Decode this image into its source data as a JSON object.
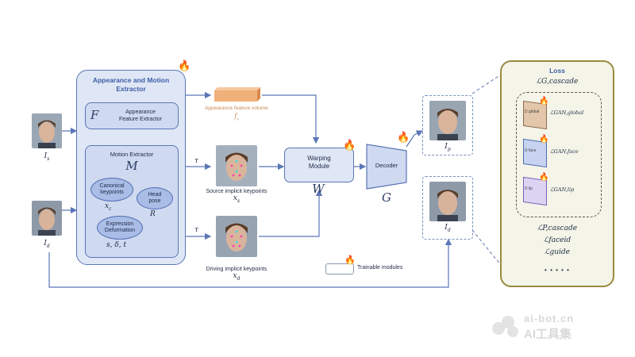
{
  "inputs": {
    "source_label": "I",
    "source_sub": "s",
    "driving_label": "I",
    "driving_sub": "d"
  },
  "extractor": {
    "title_line1": "Appearance and Motion",
    "title_line2": "Extractor",
    "appearance": {
      "symbol": "F",
      "line1": "Appearance",
      "line2": "Feature Extractor"
    },
    "motion": {
      "title": "Motion Extractor",
      "symbol": "M",
      "canonical_line1": "Canonical",
      "canonical_line2": "keypoints",
      "canonical_var": "x",
      "canonical_var_sub": "c",
      "head_line1": "Head",
      "head_line2": "pose",
      "head_var": "R",
      "expr_line1": "Expression",
      "expr_line2": "Deformation",
      "expr_vars": "s, δ, t"
    }
  },
  "feature_volume": {
    "label": "Appearance feature volume",
    "var": "f",
    "var_sub": "s"
  },
  "tau_top": "τ",
  "tau_bottom": "τ",
  "source_kp": {
    "label": "Source implicit keypoints",
    "var": "x",
    "var_sub": "s"
  },
  "driving_kp": {
    "label": "Driving implicit keypoints",
    "var": "x",
    "var_sub": "d"
  },
  "warping": {
    "line1": "Warping",
    "line2": "Module",
    "symbol": "W"
  },
  "decoder": {
    "label": "Decoder",
    "symbol": "G"
  },
  "outputs": {
    "pred_label": "I",
    "pred_sub": "p",
    "drive_label": "I",
    "drive_sub": "d"
  },
  "legend": {
    "trainable": "Trainable modules"
  },
  "loss": {
    "title": "Loss",
    "g_cascade": "ℒG,cascade",
    "d_global": "D global",
    "gan_global": "ℒGAN,global",
    "d_face": "D face",
    "gan_face": "ℒGAN,face",
    "d_lip": "D lip",
    "gan_lip": "ℒGAN,lip",
    "p_cascade": "ℒP,cascade",
    "faceid": "ℒfaceid",
    "guide": "ℒguide",
    "more": "• • • • •"
  },
  "watermark": {
    "line1": "ai-bot.cn",
    "line2": "AI工具集"
  },
  "colors": {
    "box_fill": "#dfe6f5",
    "box_border": "#5a76b6",
    "loss_fill": "#f4f5e8",
    "loss_border": "#9a8a3e",
    "volume": "#f0b07a"
  }
}
